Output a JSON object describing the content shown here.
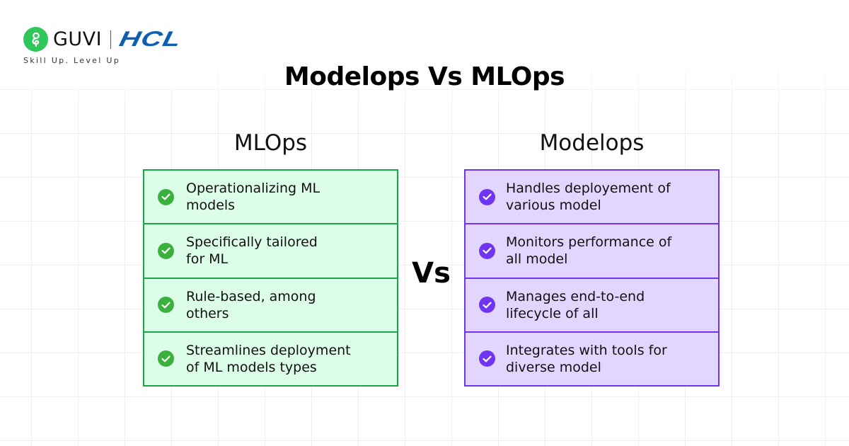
{
  "brand": {
    "guvi_label": "GUVI",
    "partner_label": "HCL",
    "tagline": "Skill Up. Level Up",
    "guvi_color": "#2fc65a",
    "hcl_color": "#0e5fb0"
  },
  "title": "Modelops Vs MLOps",
  "vs_label": "Vs",
  "columns": {
    "left": {
      "heading": "MLOps",
      "accent": "#17a744",
      "fill": "#dcfde8",
      "icon": "check-circle-icon",
      "items": [
        {
          "text": "Operationalizing ML\nmodels"
        },
        {
          "text": "Specifically tailored\nfor ML"
        },
        {
          "text": "Rule-based, among\nothers"
        },
        {
          "text": "Streamlines deployment\nof ML models types"
        }
      ]
    },
    "right": {
      "heading": "Modelops",
      "accent": "#7035f2",
      "fill": "#e2d6ff",
      "icon": "check-circle-icon",
      "items": [
        {
          "text": "Handles deployement of\nvarious model"
        },
        {
          "text": "Monitors performance of\nall model"
        },
        {
          "text": "Manages end-to-end\nlifecycle of all"
        },
        {
          "text": "Integrates with tools for\ndiverse model"
        }
      ]
    }
  }
}
